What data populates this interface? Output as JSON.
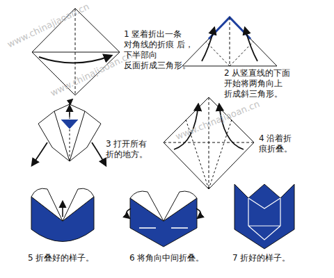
{
  "diagram": {
    "labels": [
      "www.chinajiaoan.cn",
      "www.chinajiaoan.cn",
      "www.chinajiaoan.cn",
      "1 竖着折出一条 对角线的折痕 后，下半部向 反面折成三角形。",
      "2 从竖直线的下面 开始将两角向上 折成斜三角形。",
      "3 打开所有 折的地方。",
      "4 沿着折 痕折叠。",
      "5 折叠好的样子。",
      "6 将角向中间折叠。",
      "7 折好的样子。"
    ]
  }
}
